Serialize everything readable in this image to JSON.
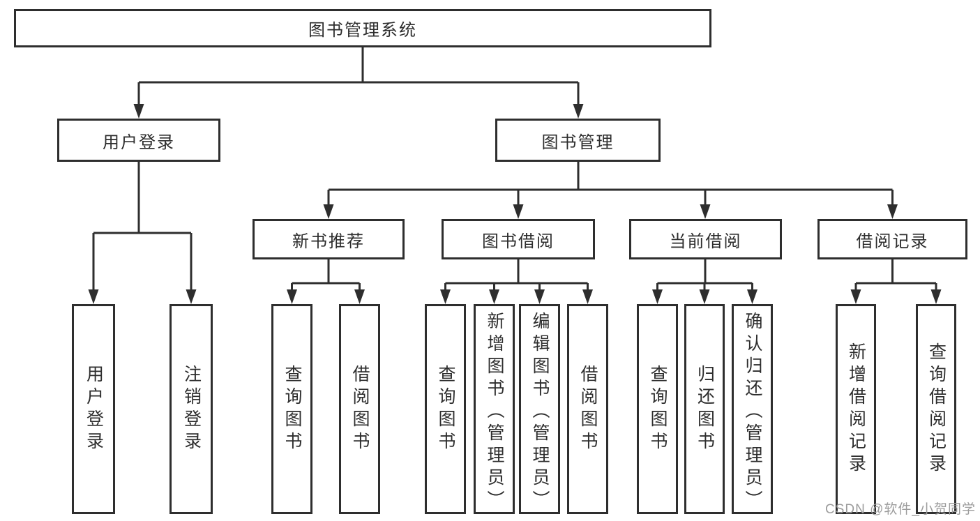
{
  "diagram": {
    "root": {
      "label": "图书管理系统"
    },
    "level2": [
      {
        "label": "用户登录",
        "parent": "图书管理系统"
      },
      {
        "label": "图书管理",
        "parent": "图书管理系统"
      }
    ],
    "level3": [
      {
        "label": "新书推荐",
        "parent": "图书管理"
      },
      {
        "label": "图书借阅",
        "parent": "图书管理"
      },
      {
        "label": "当前借阅",
        "parent": "图书管理"
      },
      {
        "label": "借阅记录",
        "parent": "图书管理"
      }
    ],
    "leaves": [
      {
        "label": "用户登录",
        "parent": "用户登录"
      },
      {
        "label": "注销登录",
        "parent": "用户登录"
      },
      {
        "label": "查询图书",
        "parent": "新书推荐"
      },
      {
        "label": "借阅图书",
        "parent": "新书推荐"
      },
      {
        "label": "查询图书",
        "parent": "图书借阅"
      },
      {
        "label": "新增图书（管理员）",
        "parent": "图书借阅"
      },
      {
        "label": "编辑图书（管理员）",
        "parent": "图书借阅"
      },
      {
        "label": "借阅图书",
        "parent": "图书借阅"
      },
      {
        "label": "查询图书",
        "parent": "当前借阅"
      },
      {
        "label": "归还图书",
        "parent": "当前借阅"
      },
      {
        "label": "确认归还（管理员）",
        "parent": "当前借阅"
      },
      {
        "label": "新增借阅记录",
        "parent": "借阅记录"
      },
      {
        "label": "查询借阅记录",
        "parent": "借阅记录"
      }
    ]
  },
  "watermark": {
    "text": "CSDN @软件_小贺同学"
  },
  "colors": {
    "line": "#2e2e2e",
    "text": "#2d2d2d",
    "watermark": "#9c9c9c",
    "background": "#ffffff"
  }
}
